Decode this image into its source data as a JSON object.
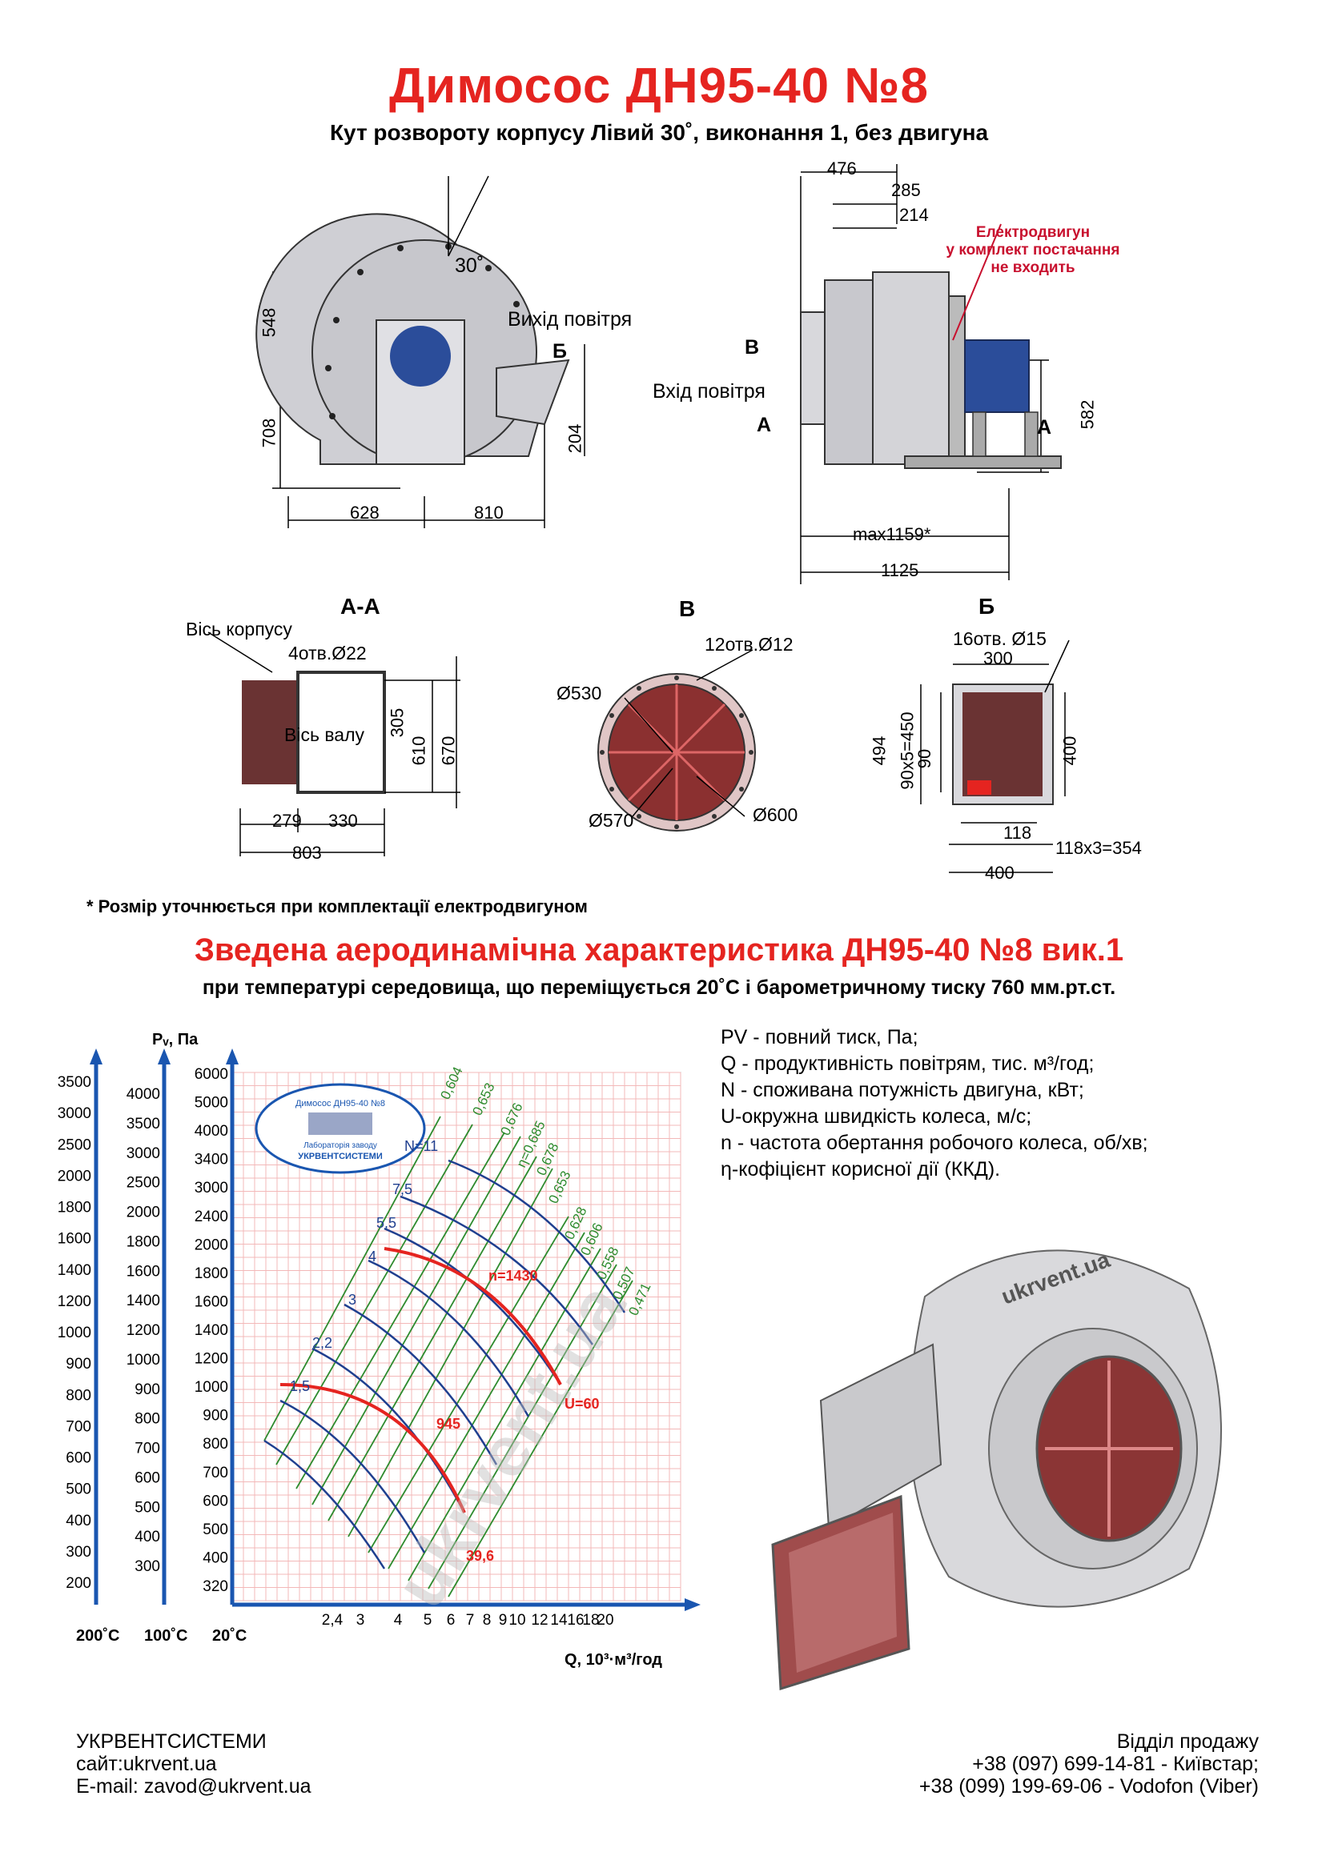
{
  "header": {
    "title": "Димосос  ДН95-40 №8",
    "subtitle": "Кут розвороту корпусу Лівий 30˚, виконання 1, без двигуна"
  },
  "front_view": {
    "angle": "30˚",
    "outlet_label": "Вихід повітря",
    "section_b": "Б",
    "dims": {
      "d548": "548",
      "d708": "708",
      "d204": "204",
      "d628": "628",
      "d810": "810"
    }
  },
  "side_view": {
    "inlet_label": "Вхід повітря",
    "section_v": "В",
    "section_a": "А",
    "motor_note": [
      "Електродвигун",
      "у комплект постачання",
      "не входить"
    ],
    "dims": {
      "d476": "476",
      "d285": "285",
      "d214": "214",
      "d582": "582",
      "dmax": "max1159*",
      "d1125": "1125"
    }
  },
  "section_aa": {
    "title": "А-А",
    "body_axis": "Вісь корпусу",
    "shaft_axis": "Вісь валу",
    "holes": "4отв.Ø22",
    "dims": {
      "d305": "305",
      "d610": "610",
      "d670": "670",
      "d279": "279",
      "d330": "330",
      "d803": "803"
    }
  },
  "section_v": {
    "title": "В",
    "holes": "12отв.Ø12",
    "d530": "Ø530",
    "d570": "Ø570",
    "d600": "Ø600"
  },
  "section_b": {
    "title": "Б",
    "holes": "16отв. Ø15",
    "dims": {
      "d300": "300",
      "d494": "494",
      "d90x5": "90x5=450",
      "d90": "90",
      "d400v": "400",
      "d118": "118",
      "d118x3": "118x3=354",
      "d400h": "400"
    }
  },
  "footnote": "* Розмір уточнюється при комплектації електродвигуном",
  "aero": {
    "title": "Зведена аеродинамічна характеристика ДН95-40 №8 вик.1",
    "subtitle": "при температурі середовища, що переміщується 20˚С і барометричному тиску 760 мм.рт.ст."
  },
  "chart": {
    "ylabel": "Pᵥ, Па",
    "xlabel": "Q, 10³·м³/год",
    "temp_labels": [
      "200˚С",
      "100˚С",
      "20˚С"
    ],
    "y200": [
      "3500",
      "3000",
      "2500",
      "2000",
      "1800",
      "1600",
      "1400",
      "1200",
      "1000",
      "900",
      "800",
      "700",
      "600",
      "500",
      "400",
      "300",
      "200"
    ],
    "y100": [
      "4000",
      "3500",
      "3000",
      "2500",
      "2000",
      "1800",
      "1600",
      "1400",
      "1200",
      "1000",
      "900",
      "800",
      "700",
      "600",
      "500",
      "400",
      "300"
    ],
    "y20": [
      "6000",
      "5000",
      "4000",
      "3400",
      "3000",
      "2400",
      "2000",
      "1800",
      "1600",
      "1400",
      "1200",
      "1000",
      "900",
      "800",
      "700",
      "600",
      "500",
      "400",
      "320"
    ],
    "x_ticks": [
      "2,4",
      "3",
      "4",
      "5",
      "6",
      "7",
      "8",
      "9",
      "10",
      "12",
      "14",
      "16",
      "18",
      "20"
    ],
    "power_labels": [
      "N=11",
      "7,5",
      "5,5",
      "4",
      "3",
      "2,2",
      "1,5"
    ],
    "eff_labels": [
      "0,604",
      "0,653",
      "0,676",
      "η=0,685",
      "0,678",
      "0,653",
      "0,628",
      "0,606",
      "0,558",
      "0,507",
      "0,471"
    ],
    "rpm_labels": [
      "n=1430",
      "945"
    ],
    "speed_labels": [
      "U=60",
      "39,6"
    ],
    "stamp": [
      "Димосос ДН95-40 №8",
      "Лабораторія заводу",
      "УКРВЕНТСИСТЕМИ"
    ],
    "watermark": "ukrvent.ua"
  },
  "legend": [
    "PV - повний тиск, Па;",
    "Q - продуктивність повітрям, тис. м³/год;",
    "N - споживана потужність двигуна, кВт;",
    "U-окружна швидкість колеса, м/с;",
    "n - частота обертання робочого колеса, об/хв;",
    "η-кофіцієнт корисної дії (ККД)."
  ],
  "render_label": "ukrvent.ua",
  "footer": {
    "company": "УКРВЕНТСИСТЕМИ",
    "site": "сайт:ukrvent.ua",
    "email": "E-mail: zavod@ukrvent.ua",
    "sales": "Відділ продажу",
    "phone1": "+38 (097) 699-14-81 - Київстар;",
    "phone2": "+38 (099) 199-69-06 - Vodofon (Viber)"
  },
  "colors": {
    "title_red": "#e52420",
    "curve_blue": "#1f3f8f",
    "eff_green": "#2e8b2e",
    "rpm_red": "#e52420",
    "grid_red": "#f3b8b8",
    "axis_blue": "#1a56b0"
  }
}
